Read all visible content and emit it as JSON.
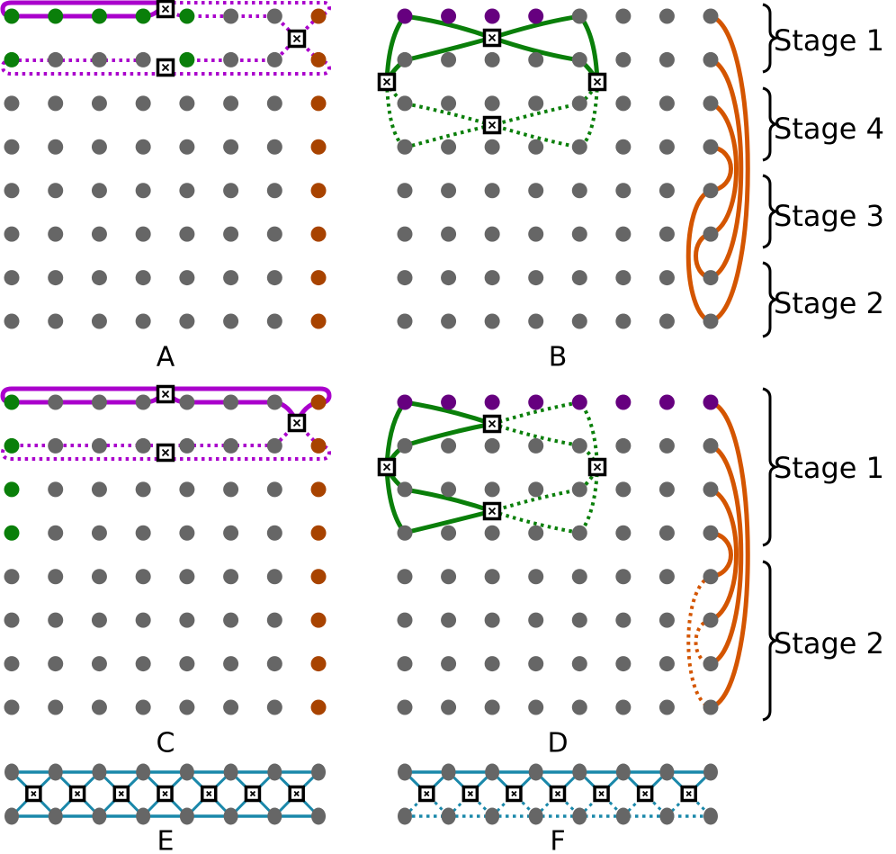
{
  "panels": {
    "A": {
      "label": "A",
      "nodes": [
        "gggggxxo",
        "gxxxgxxo",
        "xxxxxxxo",
        "xxxxxxxo",
        "xxxxxxxo",
        "xxxxxxxo",
        "xxxxxxxo",
        "xxxxxxxo"
      ]
    },
    "B": {
      "label": "B",
      "nodes": [
        "ppppxxxx",
        "xxxxxxxx",
        "xxxxxxxx",
        "xxxxxxxx",
        "xxxxxxxx",
        "xxxxxxxx",
        "xxxxxxxx",
        "xxxxxxxx"
      ]
    },
    "C": {
      "label": "C",
      "nodes": [
        "gxxxxxxo",
        "gxxxxxxo",
        "gxxxxxxo",
        "gxxxxxxo",
        "xxxxxxxo",
        "xxxxxxxo",
        "xxxxxxxo",
        "xxxxxxxo"
      ]
    },
    "D": {
      "label": "D",
      "nodes": [
        "pppppppp",
        "xxxxxxxx",
        "xxxxxxxx",
        "xxxxxxxx",
        "xxxxxxxx",
        "xxxxxxxx",
        "xxxxxxxx",
        "xxxxxxxx"
      ]
    },
    "E": {
      "label": "E"
    },
    "F": {
      "label": "F"
    }
  },
  "stages_B": [
    "Stage 1",
    "Stage 4",
    "Stage 3",
    "Stage 2"
  ],
  "stages_D": [
    "Stage 1",
    "Stage 2"
  ],
  "colors": {
    "node_gray": "#666666",
    "node_green": "#0a7f0a",
    "node_orange": "#a84300",
    "node_purple": "#66007f",
    "line_magenta": "#aa00cc",
    "line_green": "#0a7f0a",
    "line_orange": "#d45500",
    "line_teal": "#1a88aa"
  },
  "icons": {
    "switch": "crossed-box-icon",
    "brace": "right-brace-icon"
  }
}
